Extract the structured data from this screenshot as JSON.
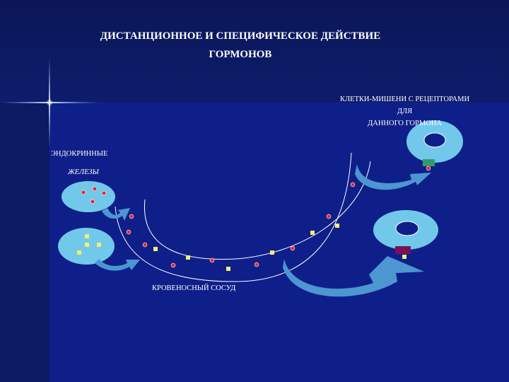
{
  "title": {
    "line1": "ДИСТАНЦИОННОЕ И СПЕЦИФИЧЕСКОЕ ДЕЙСТВИЕ",
    "line2": "ГОРМОНОВ"
  },
  "labels": {
    "target_cells_line1": "КЛЕТКИ-МИШЕНИ С РЕЦЕПТОРАМИ",
    "target_cells_line2": "ДЛЯ",
    "target_cells_line3": "ДАННОГО ГОРМОНА",
    "endocrine_line1": "ЭНДОКРИННЫЕ",
    "endocrine_line2": "ЖЕЛЕЗЫ",
    "blood_vessel": "КРОВЕНОСНЫЙ СОСУД"
  },
  "colors": {
    "cell_fill": "#72c8ea",
    "arrow_fill": "#4c96d2",
    "hormone_circle": "#e8202e",
    "hormone_square": "#f2ee70",
    "receptor_top": "#2f9c6a",
    "receptor_bottom": "#7a1058",
    "vessel_line": "#ffffff"
  }
}
